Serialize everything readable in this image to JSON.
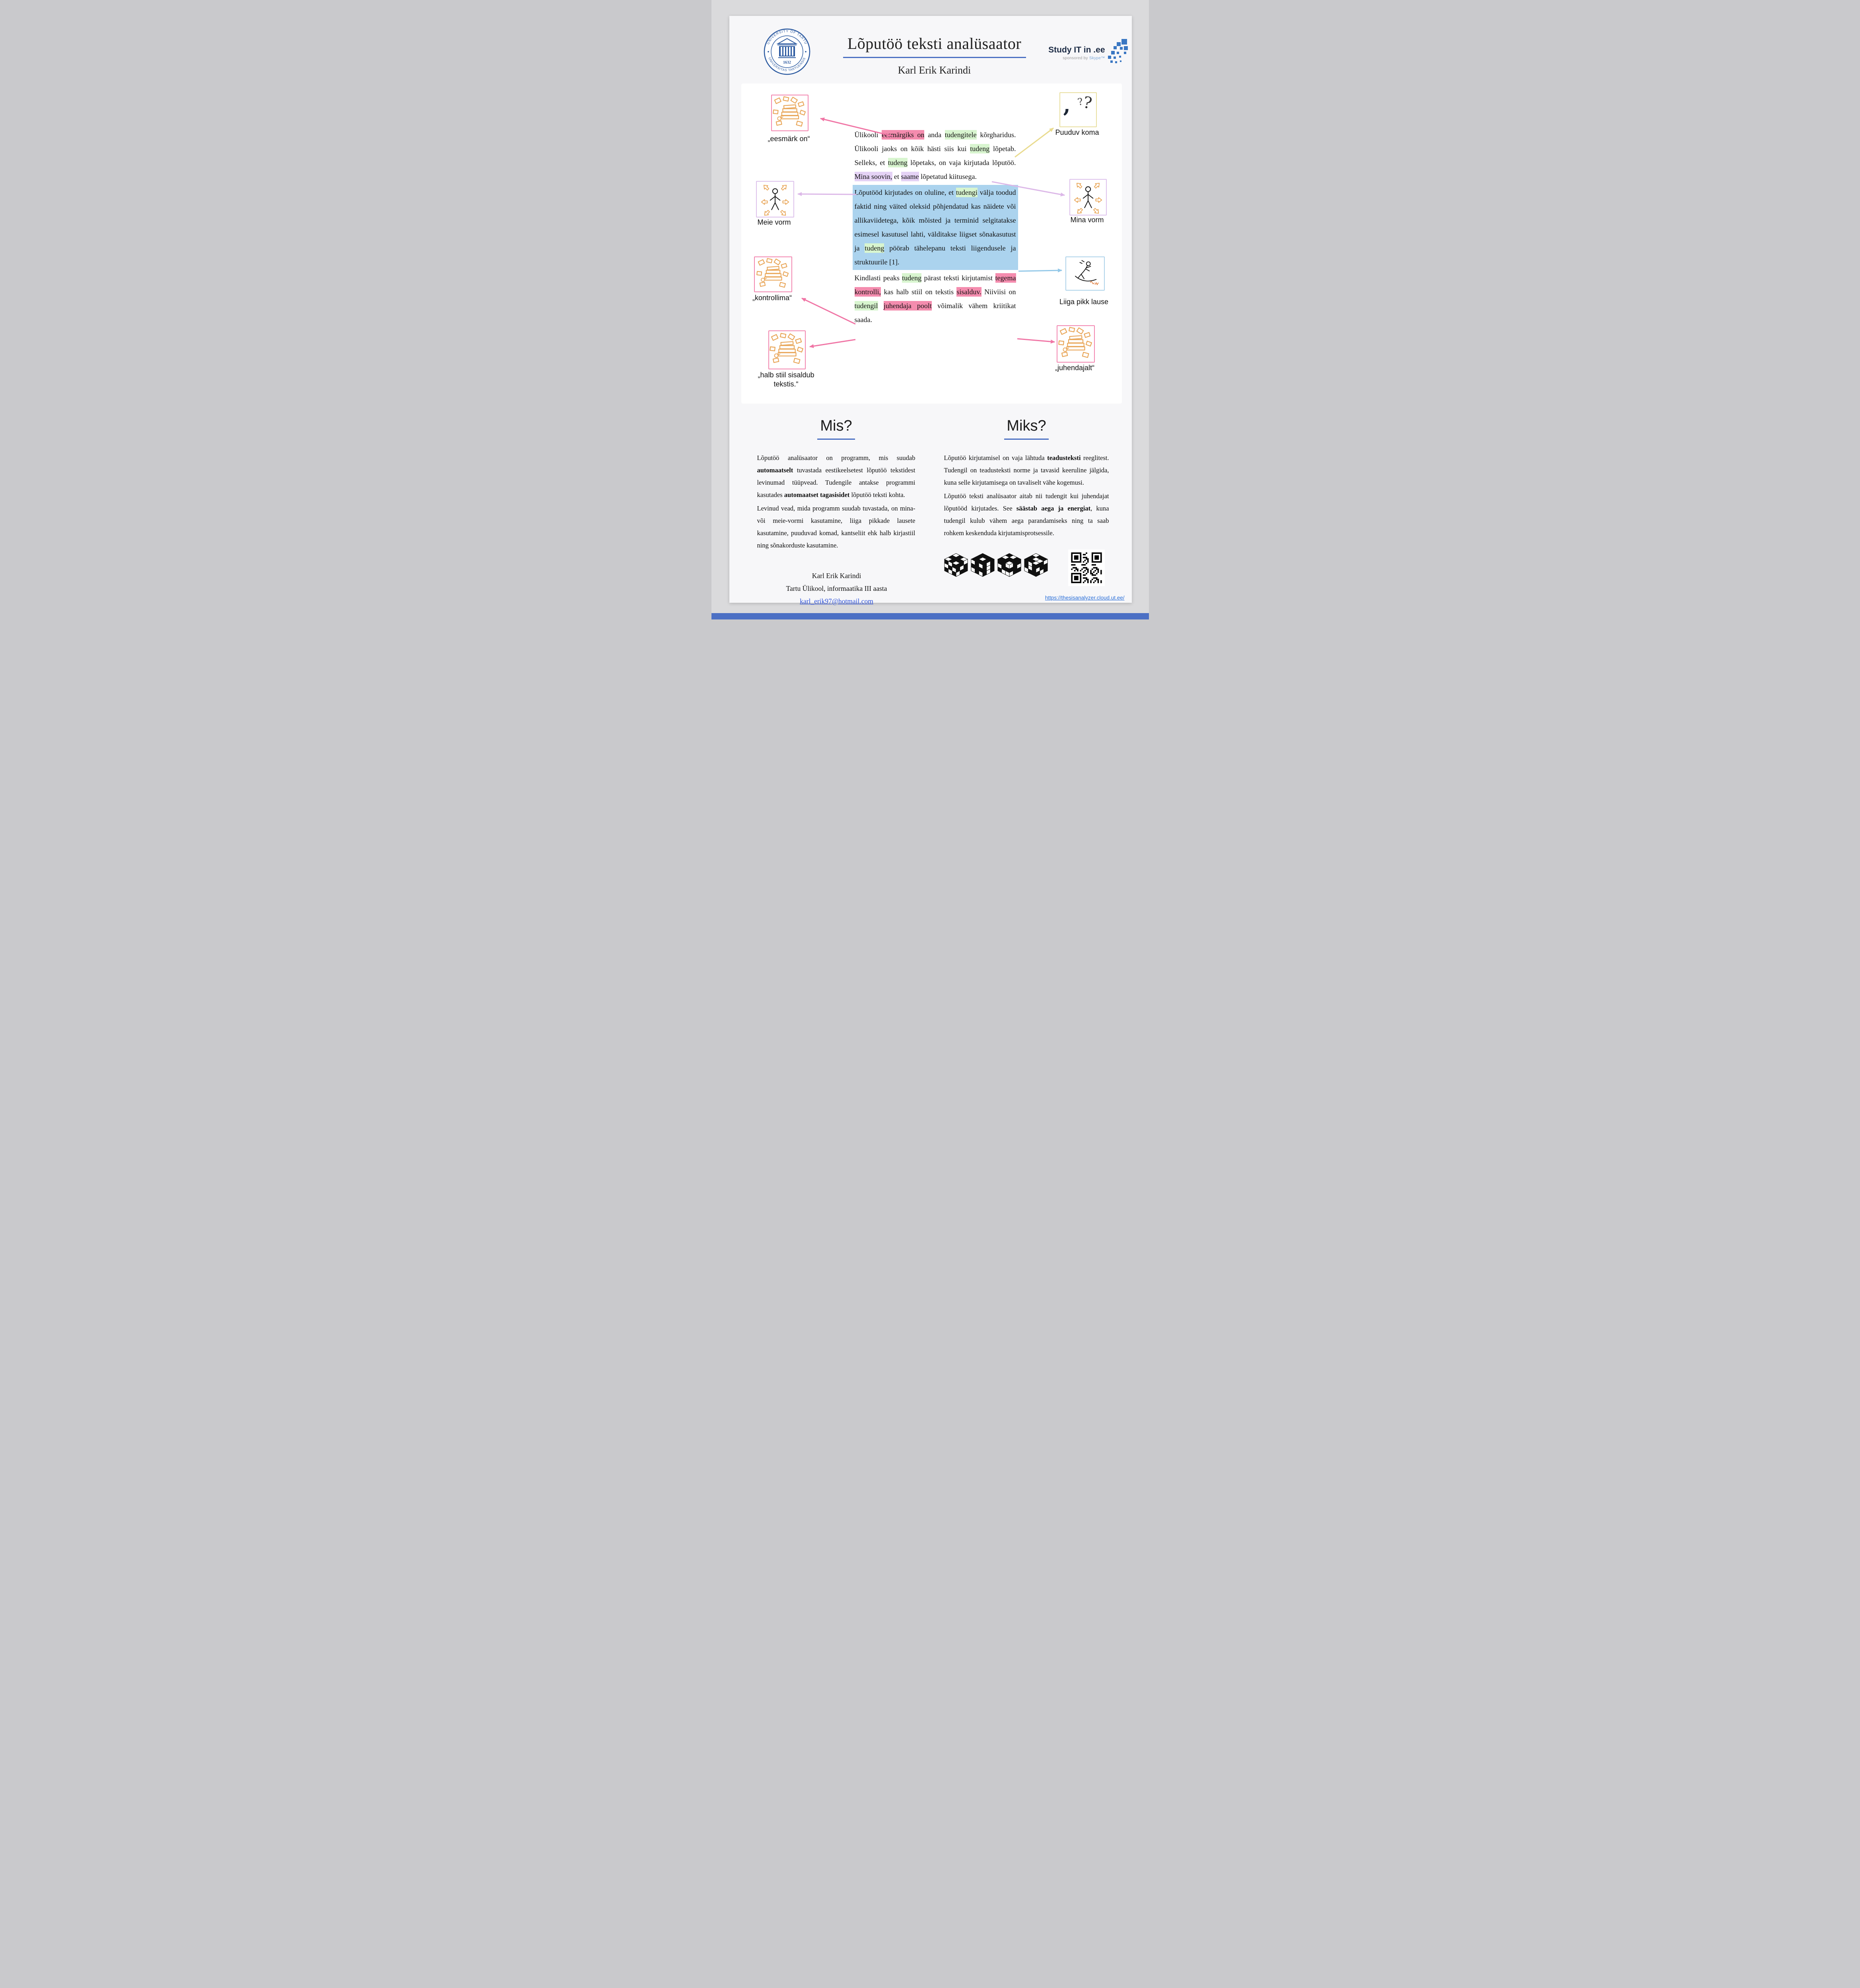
{
  "palette": {
    "page_bg": "#dadadc",
    "poster_bg": "#f7f7f9",
    "panel_bg": "#ffffff",
    "accent_blue": "#4a6fc2",
    "logo_blue": "#2c5aa0",
    "hl_pink": "#F48CAE",
    "hl_green": "#D8F5CF",
    "hl_purple": "#E4D2F5",
    "hl_blue": "#ABD3EE",
    "arrow_pink": "#F075A5",
    "arrow_yellow": "#E9DB8F",
    "arrow_purple": "#DCB8E8",
    "arrow_blue": "#93C8E8",
    "doodle_orange": "#E8A455",
    "link_blue": "#2b4fd8"
  },
  "header": {
    "title": "Lõputöö teksti analüsaator",
    "author": "Karl Erik Karindi",
    "logo": {
      "top_text": "UNIVERSITY OF TARTU",
      "bottom_text": "UNIVERSITAS TARTUENSIS",
      "year": "1632"
    },
    "sponsor": {
      "name": "Study IT in .ee",
      "sub": "sponsored by ",
      "skype": "Skype™"
    }
  },
  "diagram": {
    "glyphs": {
      "comma": ",",
      "question_small": "?",
      "question_large": "?"
    },
    "labels": {
      "eesmark": "„eesmärk on“",
      "puuduv_koma": "Puuduv koma",
      "meie_vorm": "Meie vorm",
      "mina_vorm": "Mina vorm",
      "kontrollima": "„kontrollima“",
      "liiga_pikk": "Liiga pikk lause",
      "halb_stiil": "„halb stiil sisaldub tekstis.“",
      "juhendajalt": "„juhendajalt“"
    },
    "paragraphs": [
      {
        "style": "",
        "segments": [
          {
            "t": "Ülikooli "
          },
          {
            "t": "eesmärgiks on",
            "c": "pink"
          },
          {
            "t": " anda "
          },
          {
            "t": "tudengitele",
            "c": "green"
          },
          {
            "t": " kõrgharidus. Ülikooli jaoks on kõik hästi siis kui "
          },
          {
            "t": "tudeng",
            "c": "green"
          },
          {
            "t": " lõpetab. Selleks, et "
          },
          {
            "t": "tudeng",
            "c": "green"
          },
          {
            "t": " lõpetaks, on vaja kirjutada lõputöö. "
          },
          {
            "t": "Mina soovin,",
            "c": "purple"
          },
          {
            "t": " et "
          },
          {
            "t": "saame",
            "c": "purple"
          },
          {
            "t": " lõpetatud kiitusega."
          }
        ]
      },
      {
        "style": "blue",
        "segments": [
          {
            "t": "Lõputööd kirjutades on oluline, et "
          },
          {
            "t": "tudengi",
            "c": "green"
          },
          {
            "t": " välja toodud faktid ning väited oleksid põhjendatud kas näidete või allikaviidetega, kõik mõisted ja terminid selgitatakse esimesel kasutusel lahti, välditakse liigset sõnakasutust ja "
          },
          {
            "t": "tudeng",
            "c": "green"
          },
          {
            "t": " pöörab tähelepanu teksti liigendusele ja struktuurile [1]."
          }
        ]
      },
      {
        "style": "",
        "segments": [
          {
            "t": "Kindlasti peaks "
          },
          {
            "t": "tudeng",
            "c": "green"
          },
          {
            "t": " pärast teksti kirjutamist "
          },
          {
            "t": "tegema kontrolli,",
            "c": "pink"
          },
          {
            "t": " kas halb stiil on tekstis "
          },
          {
            "t": "sisalduv.",
            "c": "pink"
          },
          {
            "t": " Niiviisi on "
          },
          {
            "t": "tudengil",
            "c": "green"
          },
          {
            "t": " "
          },
          {
            "t": "juhendaja poolt",
            "c": "pink"
          },
          {
            "t": " võimalik vähem kriitikat saada."
          }
        ]
      }
    ]
  },
  "sections": {
    "mis": {
      "heading": "Mis?",
      "paragraphs": [
        {
          "style": "",
          "segments": [
            {
              "t": "Lõputöö analüsaator on programm, mis suudab "
            },
            {
              "t": "automaatselt",
              "b": true
            },
            {
              "t": " tuvastada eestikeelsetest lõputöö tekstidest levinumad tüüpvead. Tudengile antakse programmi kasutades "
            },
            {
              "t": "automaatset tagasisidet",
              "b": true
            },
            {
              "t": " lõputöö teksti kohta."
            }
          ]
        },
        {
          "style": "",
          "segments": [
            {
              "t": "Levinud vead, mida programm suudab tuvastada, on mina- või meie-vormi kasutamine, liiga pikkade lausete kasutamine, puuduvad komad, kantseliit ehk halb kirjastiil ning sõnakorduste kasutamine."
            }
          ]
        }
      ]
    },
    "miks": {
      "heading": "Miks?",
      "paragraphs": [
        {
          "style": "",
          "segments": [
            {
              "t": "Lõputöö kirjutamisel on vaja lähtuda "
            },
            {
              "t": "teadusteksti",
              "b": true
            },
            {
              "t": " reeglitest. Tudengil on teadusteksti norme ja tavasid keeruline jälgida, kuna selle kirjutamisega on tavaliselt vähe kogemusi."
            }
          ]
        },
        {
          "style": "",
          "segments": [
            {
              "t": "Lõputöö teksti analüsaator aitab nii tudengit kui juhendajat lõputööd kirjutades. See "
            },
            {
              "t": "säästab aega ja energiat",
              "b": true
            },
            {
              "t": ", kuna tudengil kulub vähem aega parandamiseks ning ta saab rohkem keskenduda kirjutamisprotsessile."
            }
          ]
        }
      ]
    }
  },
  "footer": {
    "author": "Karl Erik Karindi",
    "affiliation": "Tartu Ülikool, informaatika III aasta",
    "email": "karl_erik97@hotmail.com",
    "url": "https://thesisanalyzer.cloud.ut.ee/"
  }
}
